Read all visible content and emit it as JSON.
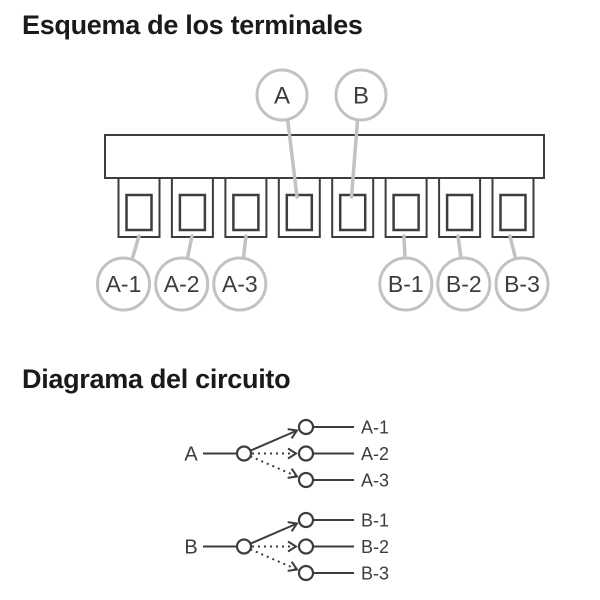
{
  "colors": {
    "background": "#ffffff",
    "dark_line": "#3d3d3d",
    "light_gray_line": "#c2c2c2",
    "title_text": "#1a1a1a"
  },
  "terminal_schematic": {
    "title": "Esquema de los terminales",
    "terminal_count": 8,
    "top_connectors": [
      {
        "label": "A",
        "connects_to_terminal": 4
      },
      {
        "label": "B",
        "connects_to_terminal": 5
      }
    ],
    "bottom_connectors": [
      {
        "label": "A-1",
        "connects_to_terminal": 1
      },
      {
        "label": "A-2",
        "connects_to_terminal": 2
      },
      {
        "label": "A-3",
        "connects_to_terminal": 3
      },
      {
        "label": "B-1",
        "connects_to_terminal": 6
      },
      {
        "label": "B-2",
        "connects_to_terminal": 7
      },
      {
        "label": "B-3",
        "connects_to_terminal": 8
      }
    ]
  },
  "circuit_diagram": {
    "title": "Diagrama del circuito",
    "groups": [
      {
        "input": "A",
        "outputs": [
          {
            "label": "A-1",
            "line_style": "solid"
          },
          {
            "label": "A-2",
            "line_style": "dotted"
          },
          {
            "label": "A-3",
            "line_style": "dotted"
          }
        ]
      },
      {
        "input": "B",
        "outputs": [
          {
            "label": "B-1",
            "line_style": "solid"
          },
          {
            "label": "B-2",
            "line_style": "dotted"
          },
          {
            "label": "B-3",
            "line_style": "dotted"
          }
        ]
      }
    ]
  }
}
